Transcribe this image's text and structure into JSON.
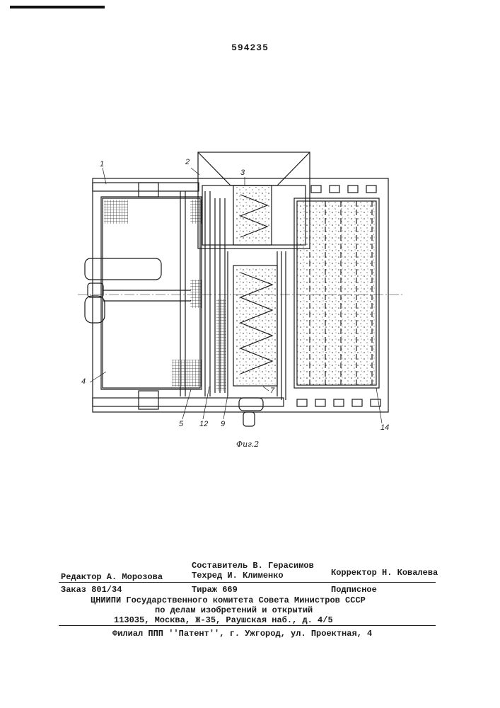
{
  "patent_number": "594235",
  "figure_caption": "Фиг.2",
  "labels": {
    "n1": "1",
    "n2": "2",
    "n3": "3",
    "n4": "4",
    "n5": "5",
    "n12": "12",
    "n9": "9",
    "n7": "7",
    "n14": "14"
  },
  "credits": {
    "compiler": "Составитель В. Герасимов",
    "editor": "Редактор А. Морозова",
    "techred": "Техред И. Клименко",
    "corrector": "Корректор Н. Ковалева"
  },
  "order_block": {
    "order": "Заказ 801/34",
    "print_run": "Тираж 669",
    "subscription": "Подписное",
    "org_line1": "ЦНИИПИ Государственного комитета Совета Министров СССР",
    "org_line2": "по делам изобретений и открытий",
    "org_line3": "113035, Москва, Ж-35, Раушская наб., д. 4/5"
  },
  "branch": "Филиал ППП ''Патент'', г. Ужгород, ул. Проектная, 4"
}
